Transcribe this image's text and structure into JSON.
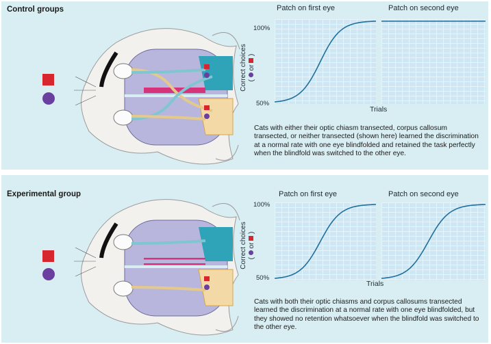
{
  "panels": [
    {
      "title": "Control groups",
      "col_titles": [
        "Patch on first eye",
        "Patch on second eye"
      ],
      "y_tick_top": "100%",
      "y_tick_bottom": "50%",
      "ylabel": "Correct choices",
      "ylabel_paren_left": "(",
      "ylabel_or": "or",
      "ylabel_paren_right": ")",
      "xlabel": "Trials",
      "caption": "Cats with either their optic chiasm transected, corpus callosum transected, or neither transected (shown here) learned the discrimination at a normal rate with one eye blindfolded and retained the task perfectly when the blindfold was switched to the other eye."
    },
    {
      "title": "Experimental group",
      "col_titles": [
        "Patch on first eye",
        "Patch on second eye"
      ],
      "y_tick_top": "100%",
      "y_tick_bottom": "50%",
      "ylabel": "Correct choices",
      "ylabel_paren_left": "(",
      "ylabel_or": "or",
      "ylabel_paren_right": ")",
      "xlabel": "Trials",
      "caption": "Cats with both their optic chiasms and corpus callosums transected learned the discrimination at a normal rate with one eye blindfolded, but they showed no retention whatsoever when the blindfold was switched to the other eye."
    }
  ],
  "colors": {
    "panel_bg": "#d9eef2",
    "curve": "#1f6f9a",
    "square": "#d8262e",
    "circle": "#6b3fa0",
    "hemisphere": "#b9b6de",
    "visual_cortex_blue": "#2fa3b8",
    "visual_cortex_orange": "#f3d9a6",
    "commissure": "#d6337a",
    "patch": "#111111"
  },
  "chart_data": [
    {
      "type": "line",
      "title": "Control groups",
      "ylabel": "Correct choices",
      "xlabel": "Trials",
      "y_ticks": [
        "50%",
        "100%"
      ],
      "ylim": [
        50,
        100
      ],
      "series": [
        {
          "name": "Patch on first eye",
          "x": [
            0,
            0.25,
            0.5,
            0.75,
            1
          ],
          "values": [
            50,
            60,
            80,
            96,
            100
          ]
        },
        {
          "name": "Patch on second eye",
          "x": [
            0,
            0.25,
            0.5,
            0.75,
            1
          ],
          "values": [
            100,
            100,
            100,
            100,
            100
          ]
        }
      ]
    },
    {
      "type": "line",
      "title": "Experimental group",
      "ylabel": "Correct choices",
      "xlabel": "Trials",
      "y_ticks": [
        "50%",
        "100%"
      ],
      "ylim": [
        50,
        100
      ],
      "series": [
        {
          "name": "Patch on first eye",
          "x": [
            0,
            0.25,
            0.5,
            0.75,
            1
          ],
          "values": [
            50,
            60,
            80,
            96,
            100
          ]
        },
        {
          "name": "Patch on second eye",
          "x": [
            0,
            0.25,
            0.5,
            0.75,
            1
          ],
          "values": [
            50,
            60,
            80,
            96,
            100
          ]
        }
      ]
    }
  ]
}
